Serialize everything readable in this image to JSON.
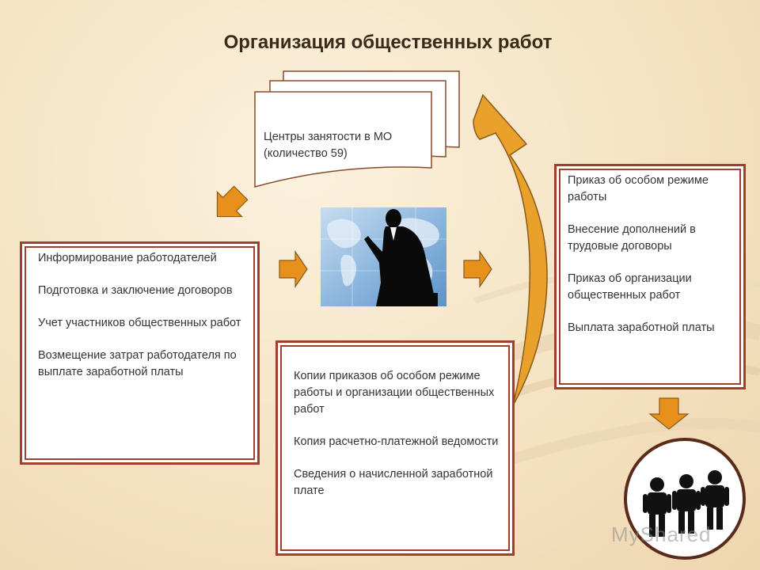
{
  "title": "Организация общественных работ",
  "document_stack": {
    "line1": "Центры занятости в МО",
    "line2": "(количество 59)"
  },
  "left_box": {
    "items": [
      "Информирование работодателей",
      "Подготовка и заключение договоров",
      "Учет участников общественных работ",
      "Возмещение затрат работодателя по выплате заработной платы"
    ]
  },
  "center_box": {
    "items": [
      "Копии приказов об особом режиме работы и организации общественных работ",
      "Копия расчетно-платежной ведомости",
      "Сведения о начисленной заработной плате"
    ]
  },
  "right_box": {
    "items": [
      "Приказ об особом режиме работы",
      "Внесение дополнений в трудовые договоры",
      "Приказ об организации общественных работ",
      "Выплата заработной платы"
    ]
  },
  "watermark": "MyShared",
  "icons": {
    "arrow_color": "#e8901c",
    "arrow_border": "#8a5a1a",
    "frame_color": "#a0402c",
    "curved_arrow_fill": "#e9a12c"
  }
}
